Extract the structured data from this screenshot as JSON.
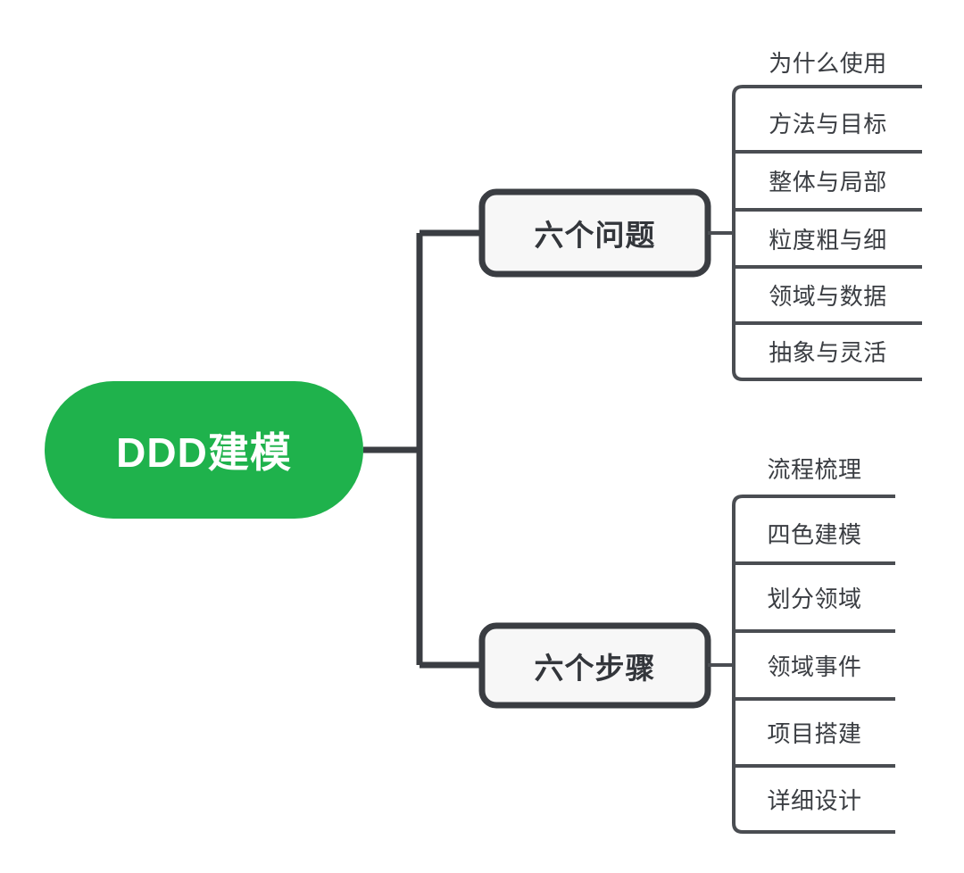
{
  "diagram": {
    "type": "mindmap",
    "title": "DDD建模",
    "orientation": "left-to-right",
    "colors": {
      "root_fill": "#1FB24C",
      "root_text": "#FFFFFF",
      "branch_border": "#3A3D42",
      "branch_fill": "#F7F7F7",
      "branch_text": "#33363B",
      "leaf_text": "#3A3D42",
      "connector": "#3A3D42",
      "leaf_line": "#4A4D52",
      "background": "#FFFFFF"
    },
    "root": {
      "label": "DDD建模",
      "shape": "pill"
    },
    "branches": [
      {
        "id": "six-questions",
        "label": "六个问题",
        "shape": "rounded-rect",
        "leaves": [
          {
            "label": "为什么使用"
          },
          {
            "label": "方法与目标"
          },
          {
            "label": "整体与局部"
          },
          {
            "label": "粒度粗与细"
          },
          {
            "label": "领域与数据"
          },
          {
            "label": "抽象与灵活"
          }
        ]
      },
      {
        "id": "six-steps",
        "label": "六个步骤",
        "shape": "rounded-rect",
        "leaves": [
          {
            "label": "流程梳理"
          },
          {
            "label": "四色建模"
          },
          {
            "label": "划分领域"
          },
          {
            "label": "领域事件"
          },
          {
            "label": "项目搭建"
          },
          {
            "label": "详细设计"
          }
        ]
      }
    ]
  }
}
